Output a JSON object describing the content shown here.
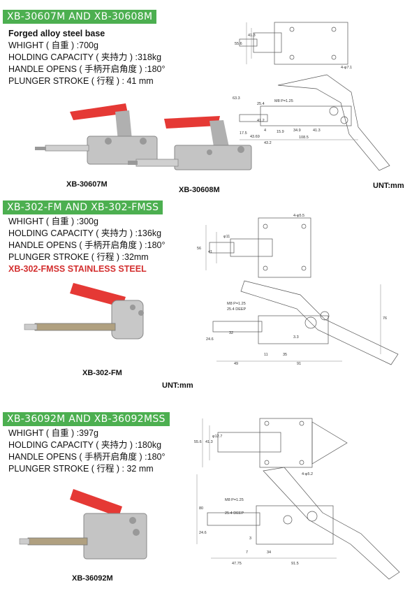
{
  "sections": [
    {
      "title": "XB-30607M AND XB-30608M",
      "subtitle": "Forged alloy steel base",
      "specs": [
        "WHIGHT ( 自重 ) :700g",
        "HOLDING CAPACITY ( 夹持力 ) :318kg",
        "HANDLE OPENS ( 手柄开启角度 ) :180°",
        "PLUNGER STROKE ( 行程 ) :  41 mm"
      ],
      "captions": [
        "XB-30607M",
        "XB-30608M"
      ],
      "unit": "UNT:mm",
      "dims": [
        "55.6",
        "41.3",
        "4-φ7.1",
        "63.3",
        "M8 P=1.25",
        "25.4",
        "17.5",
        "41.2",
        "4",
        "15.9",
        "34.9",
        "41.3",
        "43.69",
        "108.5",
        "43.2"
      ]
    },
    {
      "title": "XB-302-FM AND XB-302-FMSS",
      "specs": [
        "WHIGHT ( 自重 ) :300g",
        "HOLDING CAPACITY ( 夹持力 ) :136kg",
        "HANDLE OPENS ( 手柄开启角度 ) :180°",
        "PLUNGER STROKE ( 行程 ) :32mm"
      ],
      "note": "XB-302-FMSS STAINLESS STEEL",
      "caption": "XB-302-FM",
      "unit": "UNT:mm",
      "dims": [
        "4-φ5.5",
        "φ11",
        "56",
        "41",
        "M8 P=1.25",
        "25.4 DEEP",
        "76",
        "24.6",
        "32",
        "3.3",
        "11",
        "35",
        "49",
        "91"
      ]
    },
    {
      "title": "XB-36092M AND XB-36092MSS",
      "specs": [
        "WHIGHT ( 自重 ) :397g",
        "HOLDING CAPACITY ( 夹持力 ) :180kg",
        "HANDLE OPENS ( 手柄开启角度 ) :180°",
        "PLUNGER STROKE ( 行程 ) :  32 mm"
      ],
      "caption": "XB-36092M",
      "dims": [
        "55.6",
        "41.3",
        "φ12.7",
        "4-φ5.2",
        "M8 P=1.25",
        "25.4 DEEP",
        "80",
        "24.6",
        "3",
        "7",
        "34",
        "47.75",
        "91.5"
      ]
    }
  ],
  "colors": {
    "banner": "#4caf50",
    "handle": "#e53935",
    "stainless_note": "#d32f2f"
  }
}
